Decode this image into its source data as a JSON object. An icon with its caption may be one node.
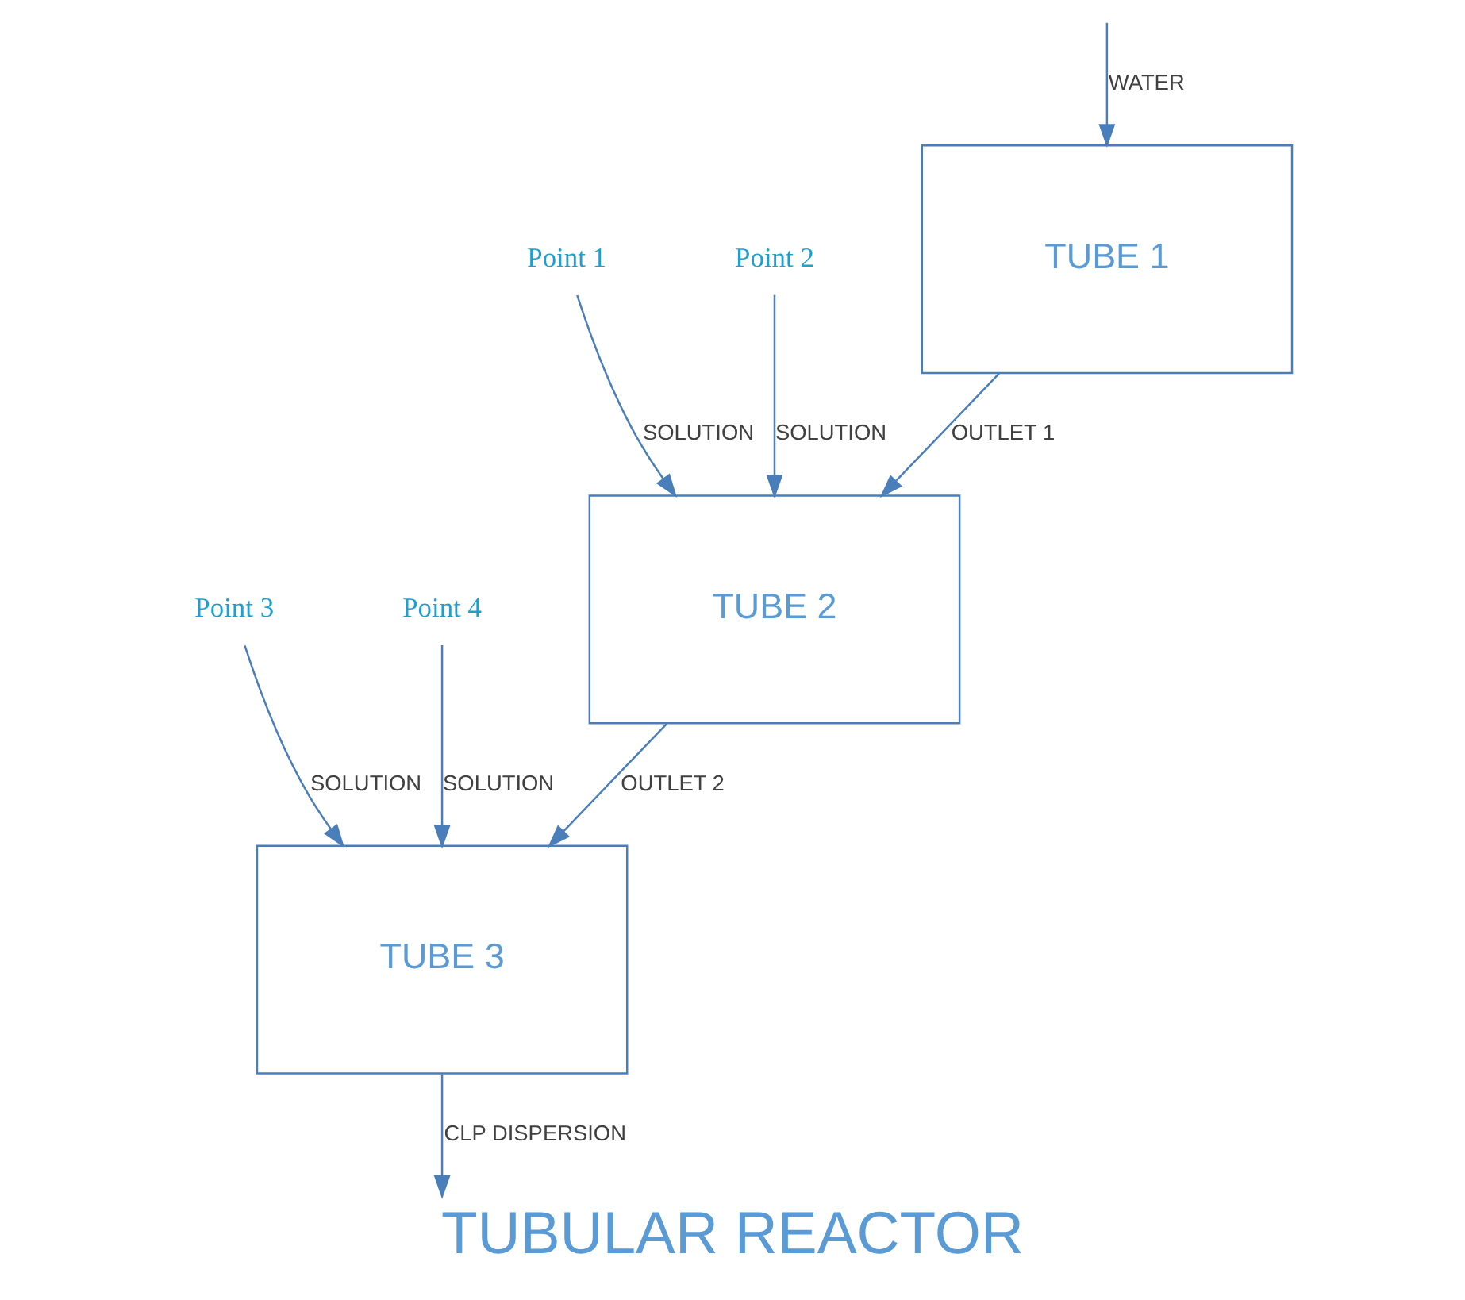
{
  "diagram": {
    "caption": "TUBULAR REACTOR",
    "nodes": [
      {
        "text": [
          "TUBE 1"
        ]
      },
      {
        "text": [
          "Point 1"
        ]
      },
      {
        "text": [
          "Point 2"
        ]
      },
      {
        "text": [
          "TUBE 2"
        ]
      },
      {
        "text": [
          "Point 3"
        ]
      },
      {
        "text": [
          "Point 4"
        ]
      },
      {
        "text": [
          "TUBE 3"
        ]
      }
    ],
    "edges": [
      {
        "from": null,
        "to": 0,
        "arrow": "to",
        "label": "WATER"
      },
      {
        "from": 0,
        "to": 3,
        "arrow": "to",
        "label": "OUTLET 1"
      },
      {
        "from": 1,
        "to": 3,
        "arrow": "to",
        "label": "SOLUTION"
      },
      {
        "from": 2,
        "to": 3,
        "arrow": "to",
        "label": "SOLUTION"
      },
      {
        "from": 3,
        "to": 6,
        "arrow": "to",
        "label": "OUTLET 2"
      },
      {
        "from": 4,
        "to": 6,
        "arrow": "to",
        "label": "SOLUTION"
      },
      {
        "from": 5,
        "to": 6,
        "arrow": "to",
        "label": "SOLUTION"
      },
      {
        "from": 6,
        "to": null,
        "arrow": "to",
        "label": "CLP DISPERSION"
      }
    ]
  }
}
